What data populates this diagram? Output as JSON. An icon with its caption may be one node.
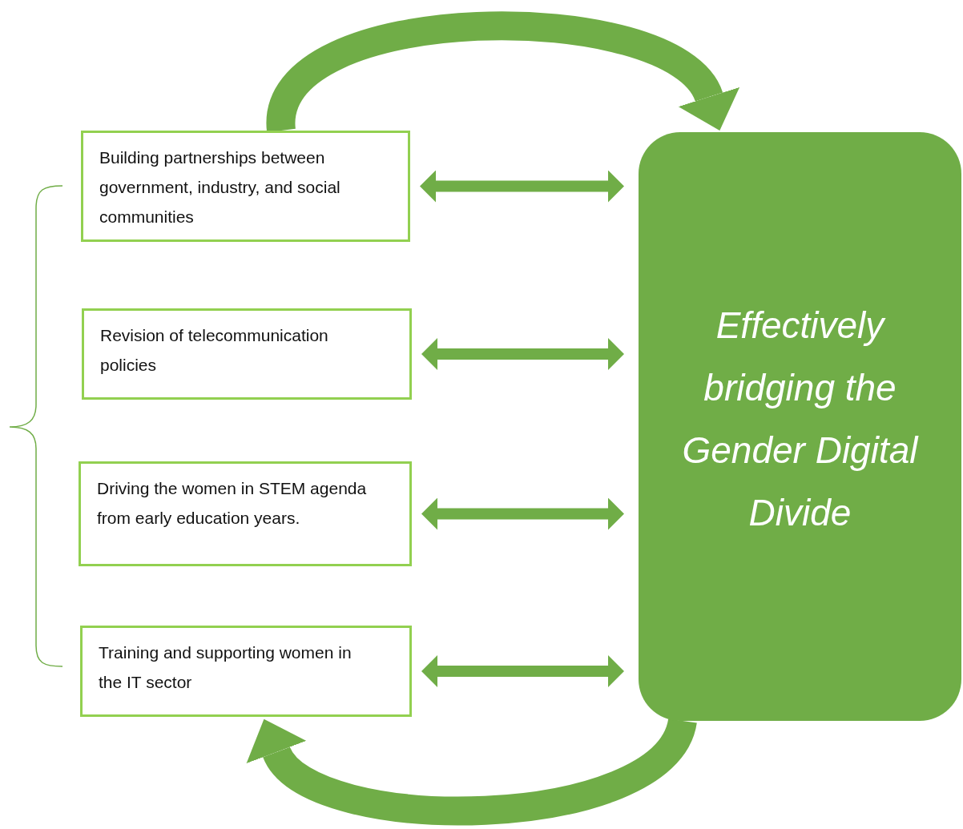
{
  "diagram": {
    "nodes": [
      {
        "text": [
          "Building partnerships between government, industry, and social communities"
        ]
      },
      {
        "text": [
          "Revision of telecommunication policies"
        ]
      },
      {
        "text": [
          "Driving the women in STEM agenda from early education years."
        ]
      },
      {
        "text": [
          "Training and supporting women in the IT sector"
        ]
      },
      {
        "text": [
          "Effectively bridging the Gender Digital Divide"
        ]
      }
    ],
    "edges": [
      {
        "from": 0,
        "to": 4,
        "arrow": "to",
        "style": "thick"
      },
      {
        "from": 0,
        "to": 4,
        "arrow": "both"
      },
      {
        "from": 1,
        "to": 4,
        "arrow": "both"
      },
      {
        "from": 2,
        "to": 4,
        "arrow": "both"
      },
      {
        "from": 3,
        "to": 4,
        "arrow": "both"
      },
      {
        "from": 4,
        "to": 3,
        "arrow": "to",
        "style": "thick"
      }
    ]
  }
}
